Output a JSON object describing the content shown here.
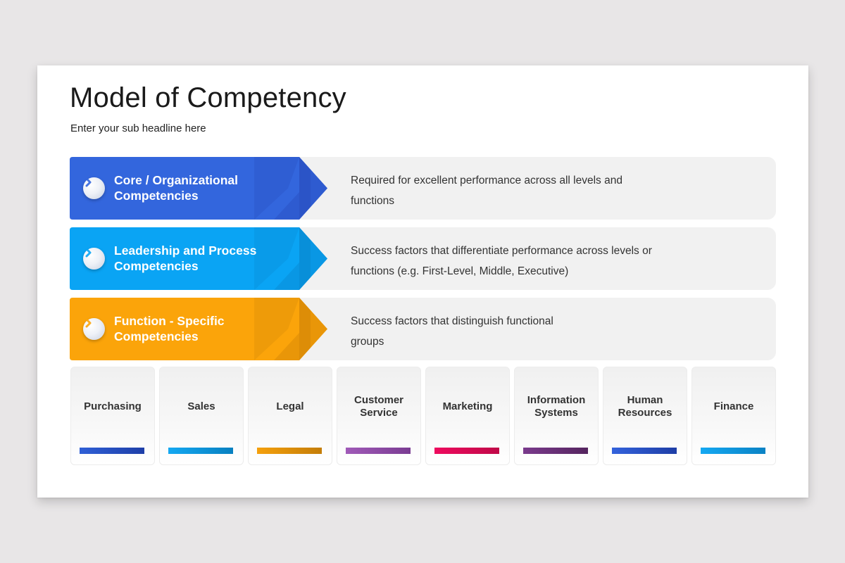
{
  "slide": {
    "title": "Model of Competency",
    "subtitle": "Enter your sub headline here"
  },
  "competencies": [
    {
      "label": "Core / Organizational Competencies",
      "line1": "Core / Organizational",
      "line2": "Competencies",
      "description": "Required for excellent performance across all levels and functions",
      "desc_line1": "Required for excellent performance across all levels and",
      "desc_line2": "functions",
      "color": "#3366dd",
      "dark": "#2449b8",
      "icon": "chevron-right-icon"
    },
    {
      "label": "Leadership and Process Competencies",
      "line1": "Leadership and Process",
      "line2": "Competencies",
      "description": "Success factors that differentiate performance across levels or functions (e.g. First-Level, Middle, Executive)",
      "desc_line1": "Success factors that differentiate performance across levels or",
      "desc_line2": "functions (e.g. First-Level, Middle, Executive)",
      "color": "#0aa4f4",
      "dark": "#0880c6",
      "icon": "chevron-right-icon"
    },
    {
      "label": "Function - Specific Competencies",
      "line1": "Function - Specific",
      "line2": "Competencies",
      "description": "Success factors that distinguish functional groups",
      "desc_line1": "Success factors that distinguish functional",
      "desc_line2": "groups",
      "color": "#fba40a",
      "dark": "#c97f06",
      "icon": "chevron-right-icon"
    }
  ],
  "functions": [
    {
      "label": "Purchasing",
      "color": "#2f5fd6",
      "dark": "#1e3fa8"
    },
    {
      "label": "Sales",
      "color": "#14a8f2",
      "dark": "#0880c0"
    },
    {
      "label": "Legal",
      "color": "#f5a00c",
      "dark": "#c47d08"
    },
    {
      "label": "Customer Service",
      "color": "#a05ab8",
      "dark": "#7a3c92"
    },
    {
      "label": "Marketing",
      "color": "#ee0b5e",
      "dark": "#c00848"
    },
    {
      "label": "Information Systems",
      "color": "#7a3a8c",
      "dark": "#55255f"
    },
    {
      "label": "Human Resources",
      "color": "#3362dc",
      "dark": "#1e3ea6"
    },
    {
      "label": "Finance",
      "color": "#14a8f2",
      "dark": "#0a82c4"
    }
  ]
}
